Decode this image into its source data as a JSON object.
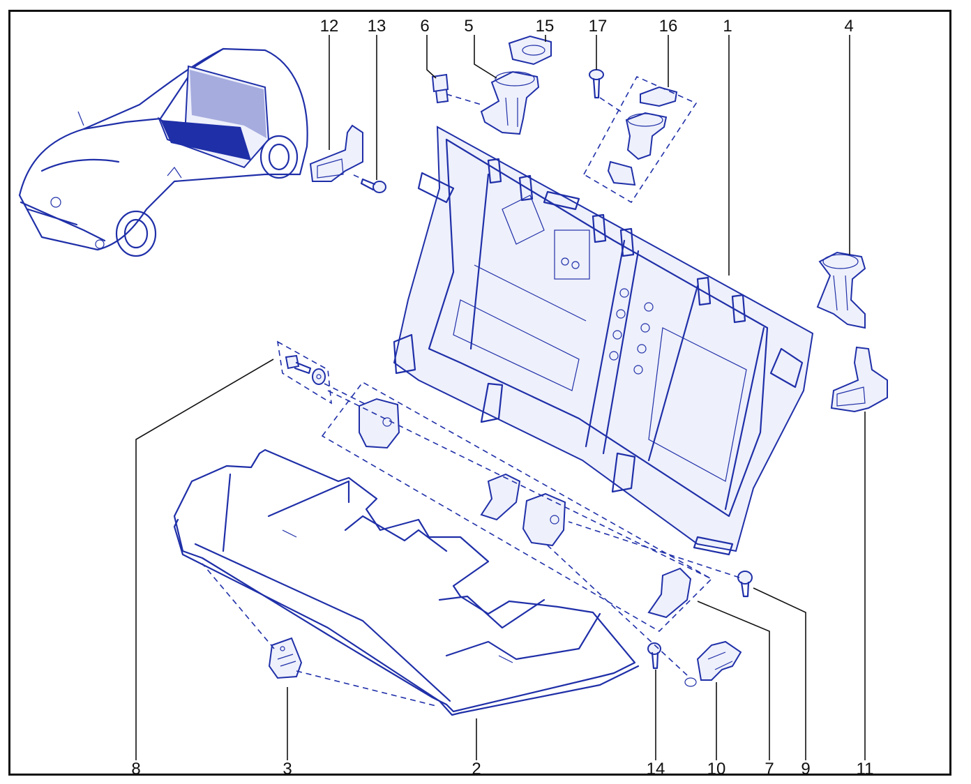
{
  "labels": {
    "l1": "1",
    "l2": "2",
    "l3": "3",
    "l4": "4",
    "l5": "5",
    "l6": "6",
    "l7": "7",
    "l8": "8",
    "l9": "9",
    "l10": "10",
    "l11": "11",
    "l12": "12",
    "l13": "13",
    "l14": "14",
    "l15": "15",
    "l16": "16",
    "l17": "17"
  },
  "colors": {
    "line": "#1f2fa8",
    "text": "#111111",
    "frame": "#111111"
  }
}
